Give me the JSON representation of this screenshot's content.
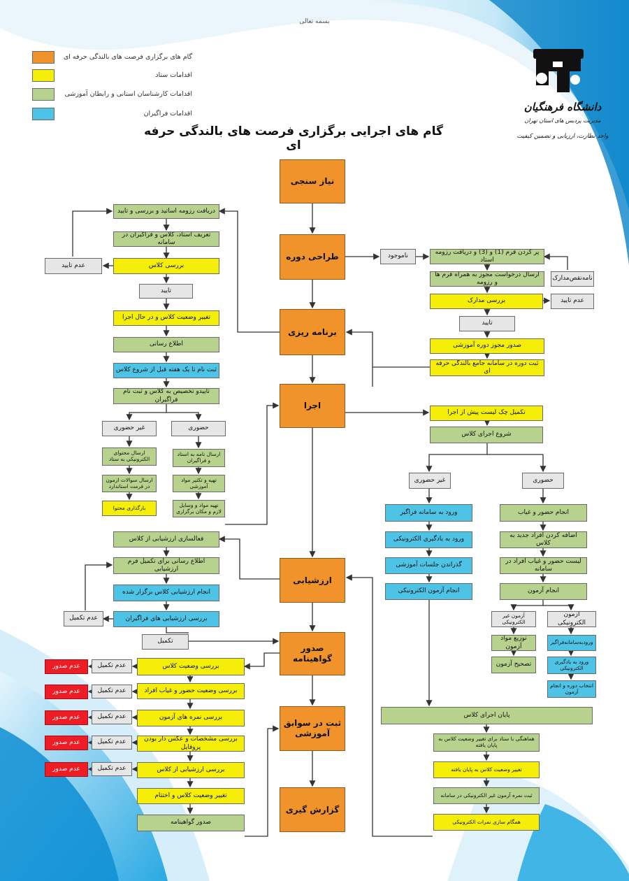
{
  "header": {
    "bismillah": "بسمه تعالی",
    "title": "گام های اجرایی برگزاری فرصت های بالندگی حرفه ای"
  },
  "logo": {
    "name": "دانشگاه فرهنگیان",
    "line2": "مدیریت پردیس های استان تهران",
    "line3": "واحد نظارت، ارزیابی و تضمین کیفیت"
  },
  "legend": [
    {
      "label": "گام های برگزاری فرصت های بالندگی حرفه ای",
      "color": "#f0932b"
    },
    {
      "label": "اقدامات ستاد",
      "color": "#f4ee09"
    },
    {
      "label": "اقدامات کارشناسان استانی و رابطان آموزشی",
      "color": "#b7d28d"
    },
    {
      "label": "اقدامات فراگیران",
      "color": "#4dc3e6"
    }
  ],
  "colors": {
    "orange": "#f0932b",
    "yellow": "#f4ee09",
    "green": "#b7d28d",
    "blue": "#4dc3e6",
    "gray": "#e6e6e6",
    "red": "#ee1c25"
  },
  "steps": {
    "needs": "نیاز سنجی",
    "design": "طراحی دوره",
    "planning": "برنامه ریزی",
    "execution": "اجرا",
    "evaluation": "ارزشیابی",
    "certificate": "صدور گواهینامه",
    "record": "ثبت در سوابق آموزشی",
    "report": "گزارش گیری"
  },
  "planning": {
    "receive_cv": "دریافت رزومه اساتید و بررسی و تایید",
    "define_class": "تعریف استاد، کلاس و فراگیران در سامانه",
    "review_class": "بررسی کلاس",
    "not_approved": "عدم تایید",
    "approved": "تایید",
    "change_status": "تغییر وضعیت کلاس و در حال اجرا",
    "inform": "اطلاع رسانی",
    "register": "ثبت نام تا یک هفته قبل از شروع کلاس",
    "assign": "تاییدو تخصیص به کلاس و ثبت نام فراگیران",
    "offline": "غیر حضوری",
    "inperson": "حضوری",
    "send_content": "ارسال محتوای الکترونیکی به ستاد",
    "send_questions": "ارسال سوالات ازمون در فرمت استاندارد",
    "upload_content": "بارگذاری محتوا",
    "send_letter": "ارسال نامه به استاد و فراگیران",
    "prepare_material": "تهیه و تکثیر مواد آموزشی",
    "prepare_tools": "تهیه مواد و وسایل لازم و مکان برگزاری"
  },
  "design": {
    "missing": "ناموجود",
    "fill_forms": "پر کردن فرم (1) و (3) و دریافت رزومه استاد",
    "send_request": "ارسال درخواست مجوز به همراه فرم ها و رزومه",
    "check_docs": "بررسی مدارک",
    "incomplete_docs": "نامه‌نقص‌مدارک",
    "not_approved": "عدم تایید",
    "approved": "تایید",
    "issue_permit": "صدور مجوز دوره آموزشی",
    "register_course": "ثبت دوره در سامانه جامع بالندگی حرفه ای"
  },
  "execution": {
    "checklist": "تکمیل چک لیست پیش از اجرا",
    "start": "شروع اجرای کلاس",
    "offline": "غیر حضوری",
    "inperson": "حضوری",
    "login": "ورود به سامانه فراگیر",
    "elearning": "ورود به یادگیری الکترونیکی",
    "sessions": "گذراندن جلسات آموزشی",
    "online_exam": "انجام آزمون الکترونیکی",
    "attendance": "انجام حضور و غیاب",
    "add_people": "اضافه کردن افراد جدید به کلاس",
    "attendance_list": "لیست حضور و غیاب افراد در سامانه",
    "exam": "انجام آزمون",
    "paper_exam": "آزمون غیر الکترونیکی",
    "electronic_exam": "آزمون الکترونیکی",
    "distribute": "توزیع مواد آزمون",
    "grade": "تصحیح آزمون",
    "login2": "ورودبه‌سامانه‌فراگیر",
    "elearning2": "ورود به یادگیری الکترونیکی",
    "select_exam": "انتخاب دوره و انجام آزمون",
    "end": "پایان اجرای کلاس",
    "coordinate": "هماهنگی با ستاد برای تغییر وضعیت کلاس به پایان یافته",
    "status_done": "تغییر وضعیت کلاس به پایان یافته",
    "record_grades": "ثبت نمره آزمون غیر الکترونیکی در سامانه",
    "sync_grades": "همگام سازی نمرات الکترونیکی"
  },
  "evaluation": {
    "activate": "فعالسازی ارزشیابی از کلاس",
    "inform": "اطلاع رسانی برای تکمیل فرم ارزشیابی",
    "do_eval": "انجام ارزشیابی کلاس برگزار شده",
    "review": "بررسی ارزشیابی های فراگیران",
    "incomplete": "عدم تکمیل",
    "complete": "تکمیل"
  },
  "certificate": {
    "class_status": "بررسی وضعیت کلاس",
    "attendance": "بررسی وضعیت حضور و غیاب افراد",
    "grades": "بررسی نمره های آزمون",
    "profile": "بررسی مشخصات و عکس دار بودن پروفایل",
    "eval": "بررسی ارزشیابی از کلاس",
    "close": "تغییر وضعیت کلاس و اختتام",
    "issue": "صدور گواهینامه",
    "incomplete": "عدم تکمیل",
    "no_issue": "عدم صدور"
  }
}
